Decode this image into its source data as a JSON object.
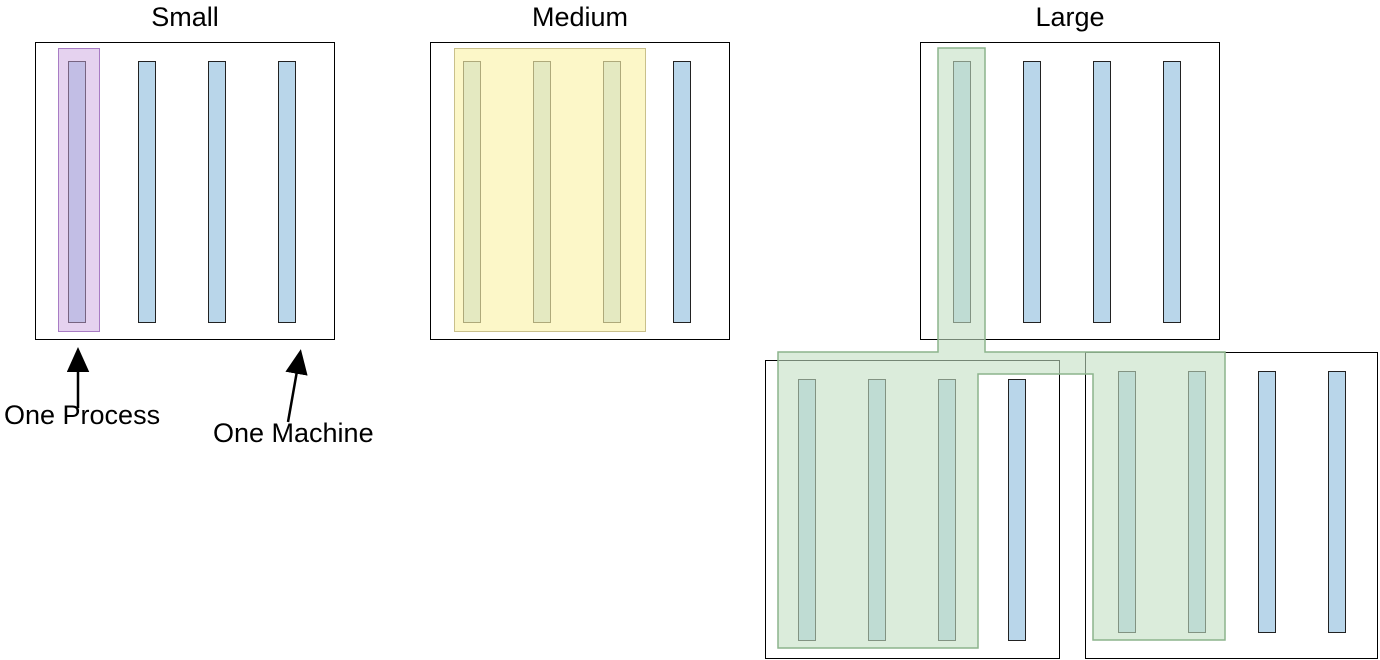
{
  "figure": {
    "groups": [
      {
        "title": "Small",
        "machines": [
          {
            "processes": 4,
            "highlighted_processes": 1,
            "highlight": "purple"
          }
        ]
      },
      {
        "title": "Medium",
        "machines": [
          {
            "processes": 4,
            "highlighted_processes": 3,
            "highlight": "yellow"
          }
        ]
      },
      {
        "title": "Large",
        "machines": [
          {
            "processes": 4,
            "highlighted_processes": 1,
            "highlight": "green"
          },
          {
            "processes": 4,
            "highlighted_processes": 3,
            "highlight": "green"
          },
          {
            "processes": 4,
            "highlighted_processes": 2,
            "highlight": "green"
          }
        ]
      }
    ],
    "annotations": {
      "one_process": "One Process",
      "one_machine": "One Machine"
    },
    "colors": {
      "machine_border": "#000000",
      "bar_fill": "#b9d6ea",
      "bar_border": "#222222",
      "purple_fill": "rgba(204,166,224,0.5)",
      "purple_border": "#a87cc4",
      "yellow_fill": "rgba(250,242,170,0.65)",
      "yellow_border": "#c9c08b",
      "green_fill": "rgba(195,224,195,0.6)",
      "green_border": "#8cb48c",
      "arrow_color": "#000000"
    }
  }
}
